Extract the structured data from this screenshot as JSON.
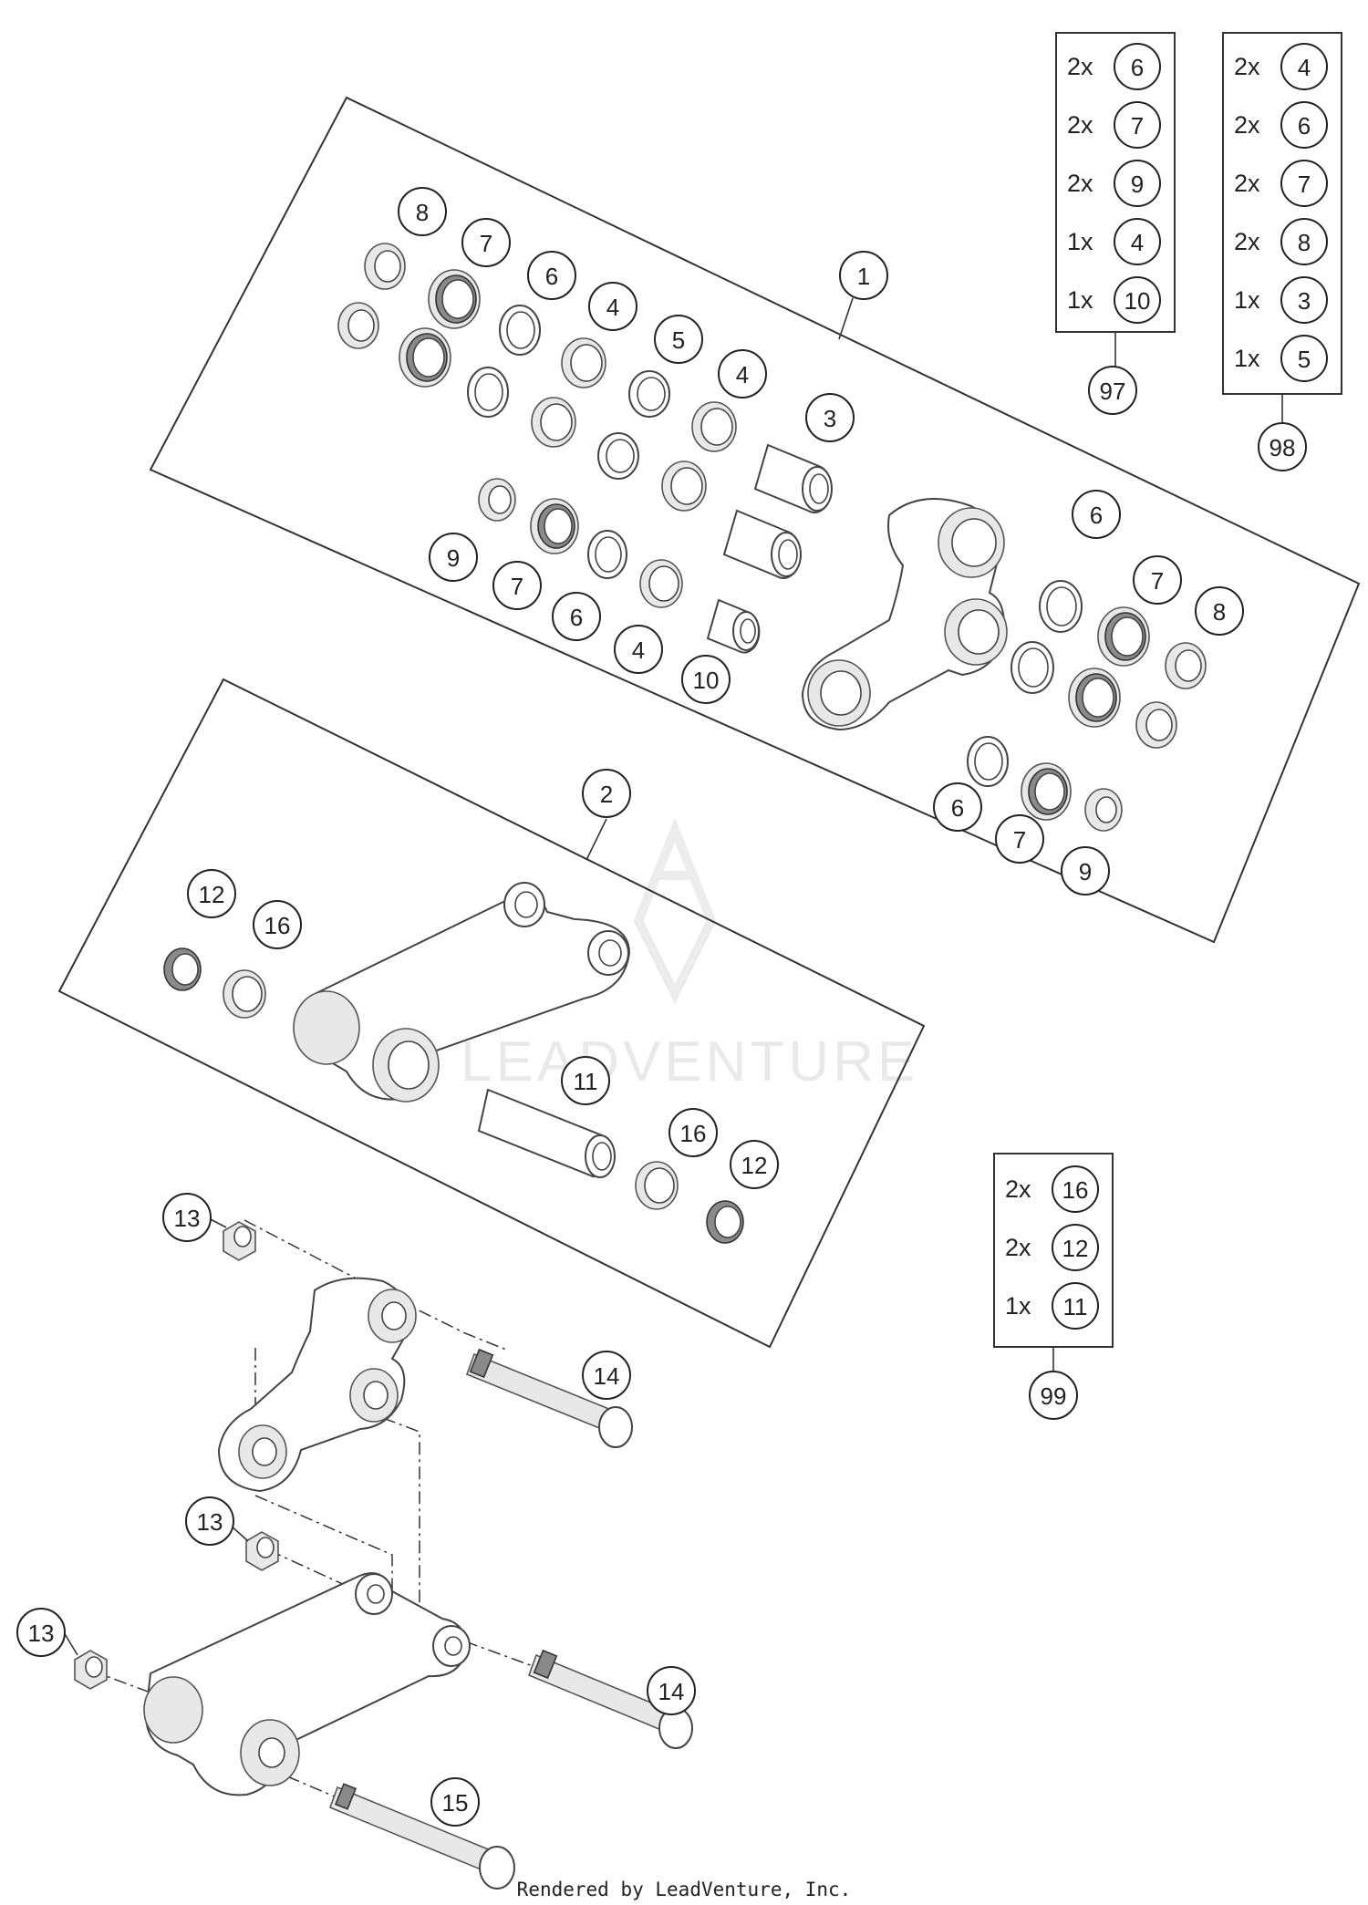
{
  "callouts": {
    "c1": "1",
    "c2": "2",
    "c3": "3",
    "c4a": "4",
    "c4b": "4",
    "c4c": "4",
    "c5": "5",
    "c6a": "6",
    "c6b": "6",
    "c6c": "6",
    "c6d": "6",
    "c7a": "7",
    "c7b": "7",
    "c7c": "7",
    "c7d": "7",
    "c8a": "8",
    "c8b": "8",
    "c9a": "9",
    "c9b": "9",
    "c10": "10",
    "c11": "11",
    "c12a": "12",
    "c12b": "12",
    "c13a": "13",
    "c13b": "13",
    "c13c": "13",
    "c14a": "14",
    "c14b": "14",
    "c15": "15",
    "c16a": "16",
    "c16b": "16"
  },
  "kits": [
    {
      "ref": "97",
      "items": [
        {
          "qty": "2x",
          "part": "6"
        },
        {
          "qty": "2x",
          "part": "7"
        },
        {
          "qty": "2x",
          "part": "9"
        },
        {
          "qty": "1x",
          "part": "4"
        },
        {
          "qty": "1x",
          "part": "10"
        }
      ]
    },
    {
      "ref": "98",
      "items": [
        {
          "qty": "2x",
          "part": "4"
        },
        {
          "qty": "2x",
          "part": "6"
        },
        {
          "qty": "2x",
          "part": "7"
        },
        {
          "qty": "2x",
          "part": "8"
        },
        {
          "qty": "1x",
          "part": "3"
        },
        {
          "qty": "1x",
          "part": "5"
        }
      ]
    },
    {
      "ref": "99",
      "items": [
        {
          "qty": "2x",
          "part": "16"
        },
        {
          "qty": "2x",
          "part": "12"
        },
        {
          "qty": "1x",
          "part": "11"
        }
      ]
    }
  ],
  "watermark": "LEADVENTURE",
  "credit": "Rendered by LeadVenture, Inc."
}
